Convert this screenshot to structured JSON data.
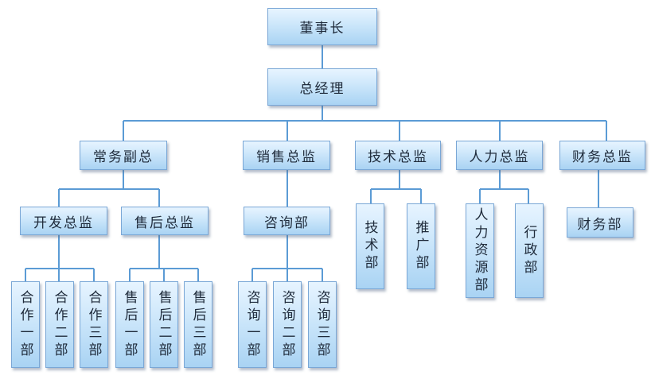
{
  "nodes": {
    "chairman": "董事长",
    "gm": "总经理",
    "exec_vp": "常务副总",
    "sales_director": "销售总监",
    "tech_director": "技术总监",
    "hr_director": "人力总监",
    "finance_director": "财务总监",
    "dev_director": "开发总监",
    "aftersales_director": "售后总监",
    "consult_dept": "咨询部",
    "tech_dept": "技术部",
    "promo_dept": "推广部",
    "hr_dept": "人力资源部",
    "admin_dept": "行政部",
    "finance_dept": "财务部",
    "coop_1": "合作一部",
    "coop_2": "合作二部",
    "coop_3": "合作三部",
    "after_1": "售后一部",
    "after_2": "售后二部",
    "after_3": "售后三部",
    "consult_1": "咨询一部",
    "consult_2": "咨询二部",
    "consult_3": "咨询三部"
  },
  "colors": {
    "line": "#5b9bd5",
    "box_border": "#7aa7d6"
  }
}
